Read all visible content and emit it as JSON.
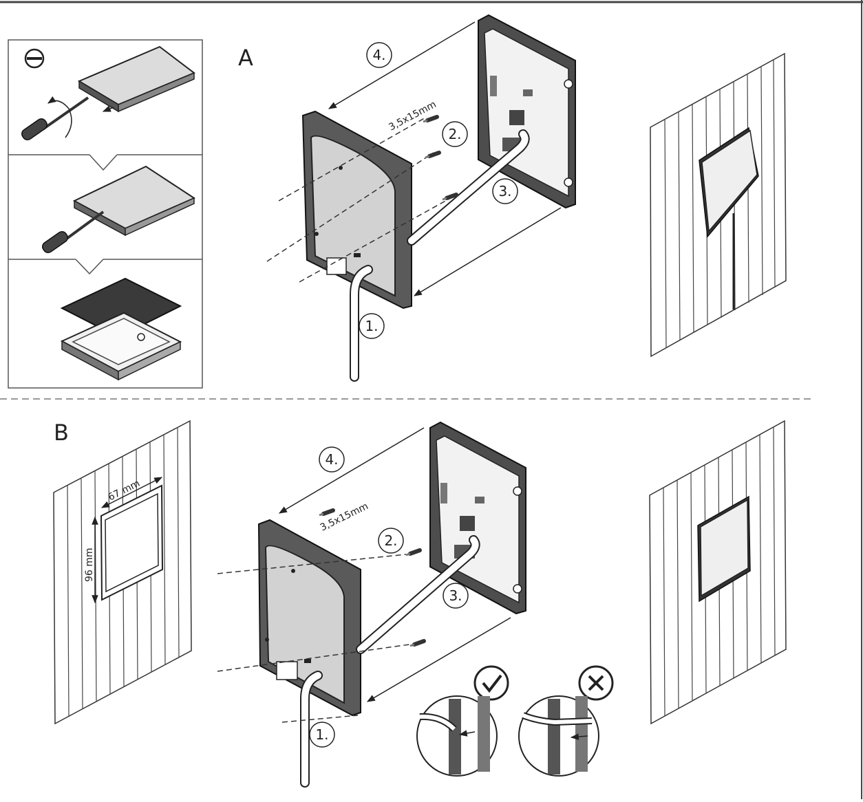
{
  "sections": {
    "a": {
      "label": "A",
      "steps": [
        "1.",
        "2.",
        "3.",
        "4."
      ],
      "screw_size": "3,5x15mm"
    },
    "b": {
      "label": "B",
      "steps": [
        "1.",
        "2.",
        "3.",
        "4."
      ],
      "screw_size": "3,5x15mm",
      "cutout_width": "67 mm",
      "cutout_height": "96 mm"
    }
  },
  "icons": {
    "remove": "minus-circle-icon",
    "correct": "check-circle-icon",
    "incorrect": "cross-circle-icon"
  },
  "colors": {
    "line": "#222222",
    "panel_fill": "#d9d9d9",
    "board_fill": "#f2f2f2",
    "frame_fill": "#5a5a5a"
  }
}
